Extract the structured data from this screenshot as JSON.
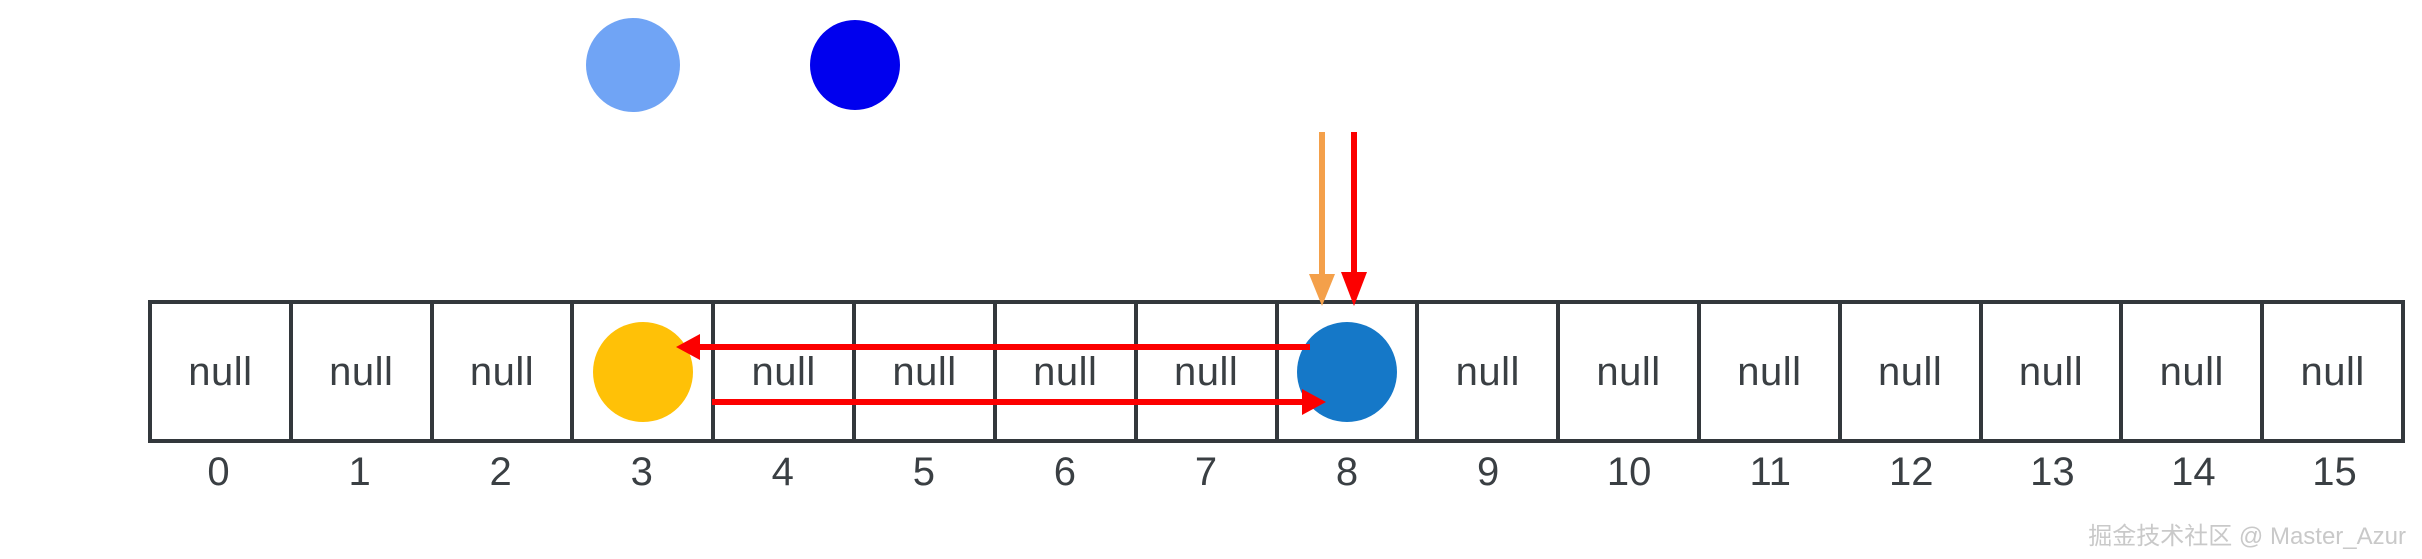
{
  "diagram": {
    "title": "hash-table-array-probing-diagram",
    "legend": {
      "items": [
        {
          "name": "light-blue-marker",
          "color": "#70a4f5",
          "shape": "circle"
        },
        {
          "name": "dark-blue-marker",
          "color": "#0000ee",
          "shape": "circle"
        }
      ]
    },
    "array": {
      "cells": [
        {
          "index": "0",
          "value": "null",
          "kind": "text"
        },
        {
          "index": "1",
          "value": "null",
          "kind": "text"
        },
        {
          "index": "2",
          "value": "null",
          "kind": "text"
        },
        {
          "index": "3",
          "value": "",
          "kind": "dot",
          "color": "#ffc107"
        },
        {
          "index": "4",
          "value": "null",
          "kind": "text"
        },
        {
          "index": "5",
          "value": "null",
          "kind": "text"
        },
        {
          "index": "6",
          "value": "null",
          "kind": "text"
        },
        {
          "index": "7",
          "value": "null",
          "kind": "text"
        },
        {
          "index": "8",
          "value": "",
          "kind": "dot",
          "color": "#1578c8"
        },
        {
          "index": "9",
          "value": "null",
          "kind": "text"
        },
        {
          "index": "10",
          "value": "null",
          "kind": "text"
        },
        {
          "index": "11",
          "value": "null",
          "kind": "text"
        },
        {
          "index": "12",
          "value": "null",
          "kind": "text"
        },
        {
          "index": "13",
          "value": "null",
          "kind": "text"
        },
        {
          "index": "14",
          "value": "null",
          "kind": "text"
        },
        {
          "index": "15",
          "value": "null",
          "kind": "text"
        }
      ]
    },
    "annotations": {
      "vertical_arrows": [
        {
          "name": "orange-pointer-arrow",
          "color": "#f4a04a",
          "points_to_index": "8",
          "direction": "down"
        },
        {
          "name": "red-pointer-arrow",
          "color": "#fc0000",
          "points_to_index": "8",
          "direction": "down"
        }
      ],
      "horizontal_arrows": [
        {
          "name": "leftward-link-arrow",
          "color": "#fc0000",
          "direction": "left",
          "from_index": "8",
          "to_index": "3"
        },
        {
          "name": "rightward-link-arrow",
          "color": "#fc0000",
          "direction": "right",
          "from_index": "4",
          "to_index": "8"
        }
      ]
    },
    "watermark": "掘金技术社区 @ Master_Azur"
  }
}
